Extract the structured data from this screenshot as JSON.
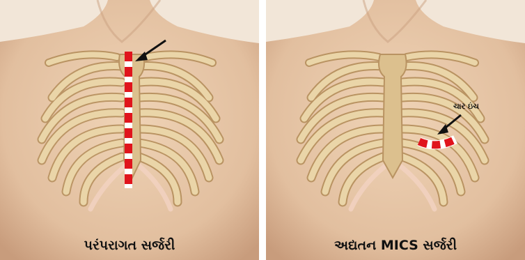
{
  "left_panel": {
    "caption": "પરંપરાગત સર્જરી"
  },
  "right_panel": {
    "caption": "અદ્યતન MICS સર્જરી",
    "callout_label": "ચાર ઇંચ"
  },
  "colors": {
    "skin": "#e7c8a9",
    "skin_shadow": "#cfa482",
    "bone": "#e8d2a2",
    "bone_edge": "#b99362",
    "cartilage": "#f2d2c0",
    "incision_red": "#e0141c",
    "incision_white": "#ffffff",
    "arrow": "#111111"
  },
  "icons": [
    "arrow-icon"
  ]
}
